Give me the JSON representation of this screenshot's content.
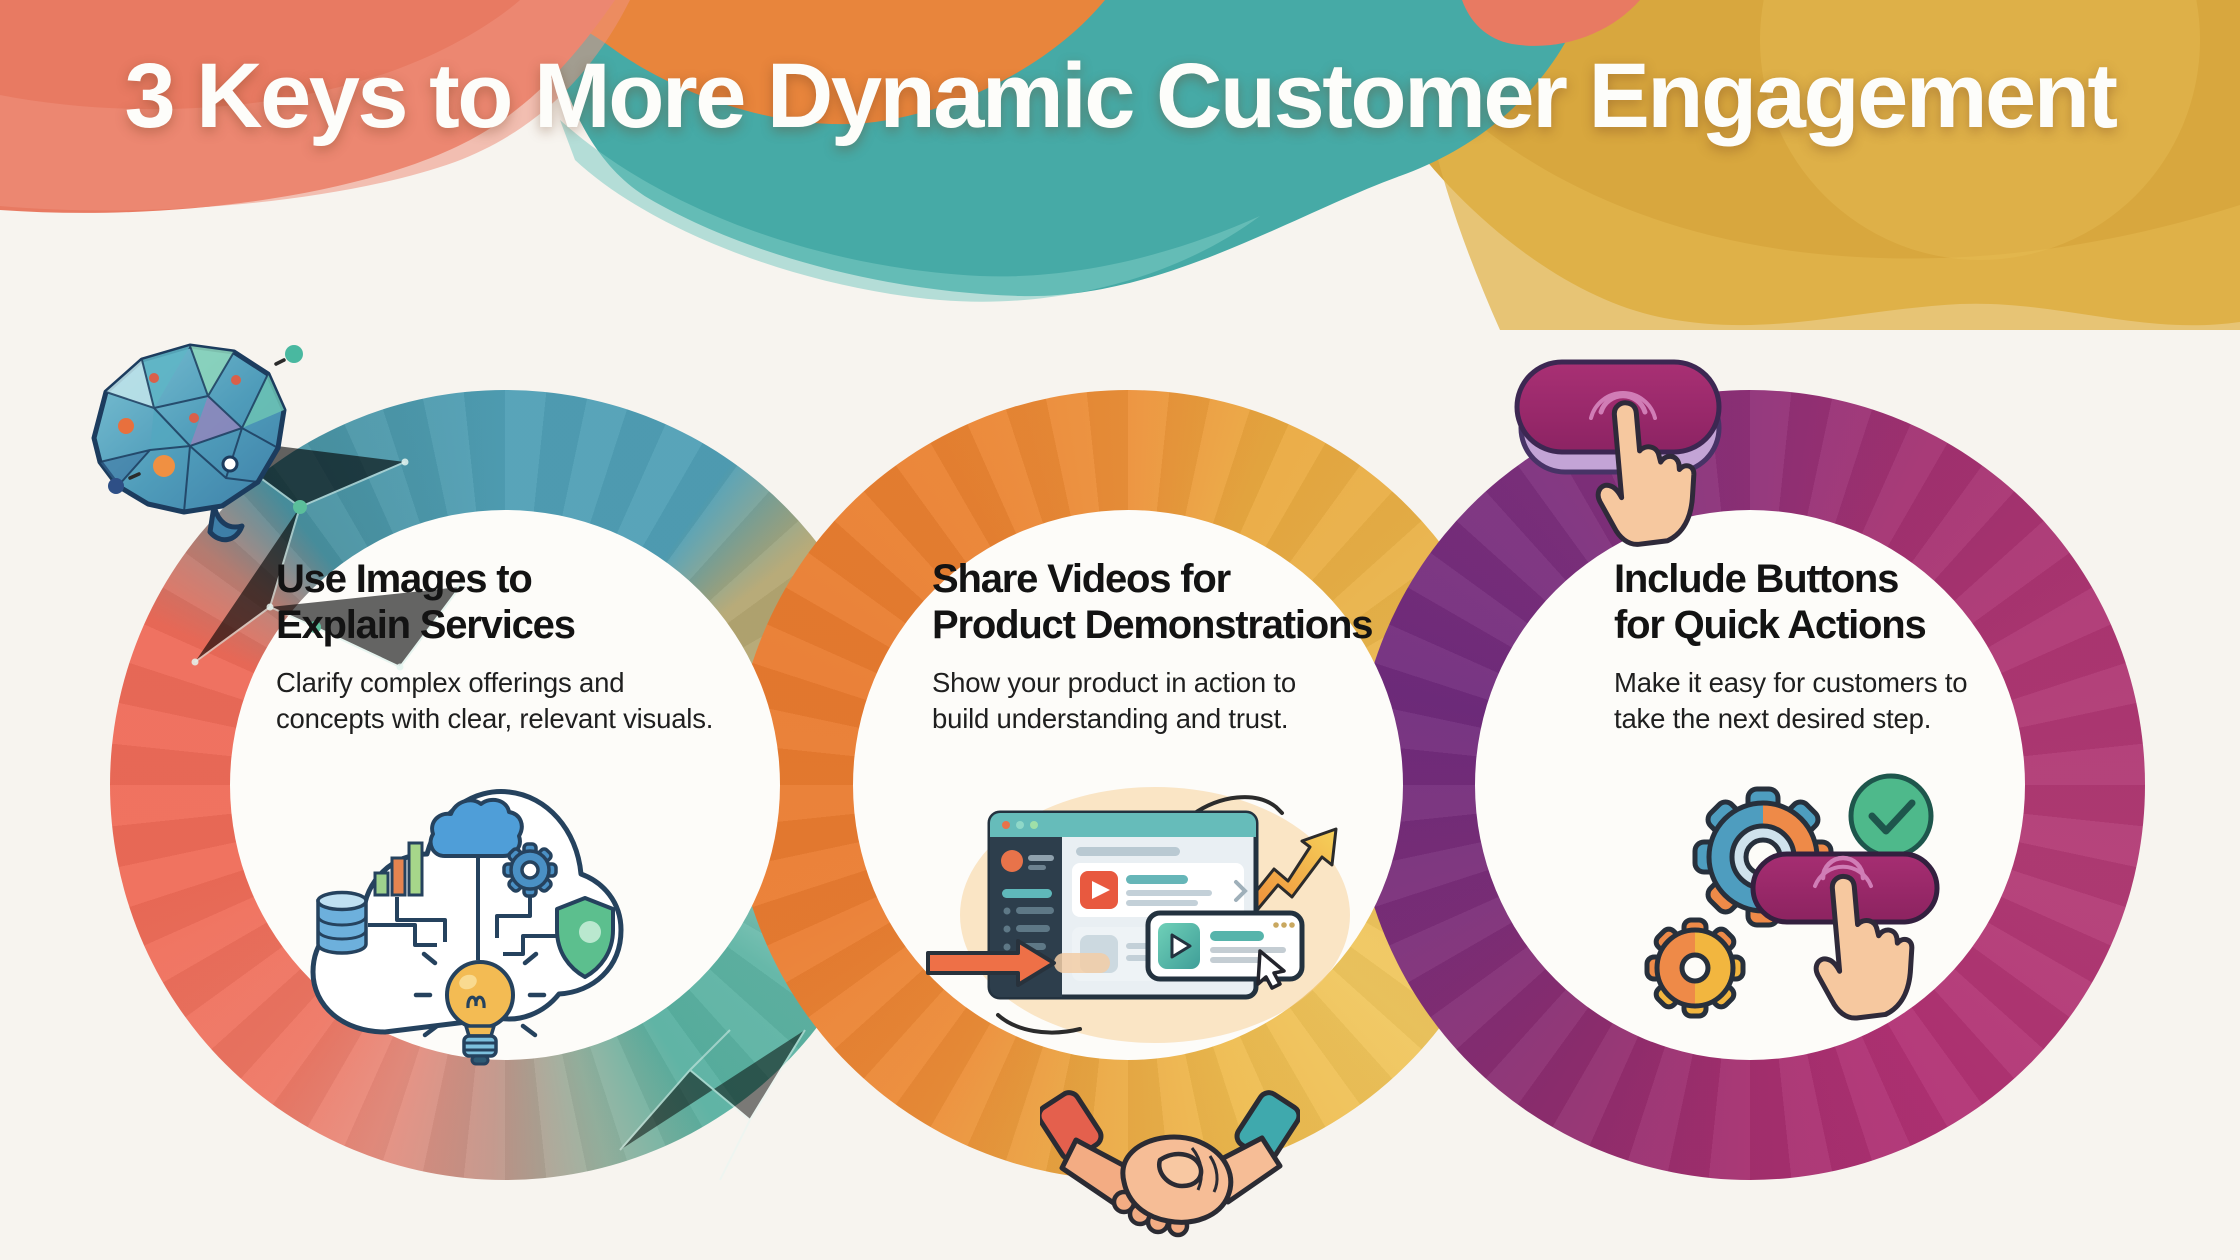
{
  "title": "3 Keys to More Dynamic Customer Engagement",
  "cards": [
    {
      "heading_line1": "Use Images to",
      "heading_line2": "Explain Services",
      "body_line1": "Clarify complex offerings and",
      "body_line2": "concepts with clear, relevant visuals.",
      "icon": "cloud-services-icon",
      "ring_colors": [
        "#4f9fb5",
        "#ef6b57",
        "#5eb4a4",
        "#e78d7e"
      ]
    },
    {
      "heading_line1": "Share Videos for",
      "heading_line2": "Product Demonstrations",
      "body_line1": "Show your product in action to",
      "body_line2": "build understanding and trust.",
      "icon": "video-demo-icon",
      "ring_colors": [
        "#ea7c30",
        "#eec157"
      ]
    },
    {
      "heading_line1": "Include Buttons",
      "heading_line2": "for Quick Actions",
      "body_line1": "Make it easy for customers to",
      "body_line2": "take the next desired step.",
      "icon": "gears-press-button-icon",
      "ring_colors": [
        "#6f2a7c",
        "#b13073"
      ]
    }
  ],
  "decorative_icons": [
    "polygon-brain-icon",
    "press-button-icon",
    "handshake-icon",
    "growth-arrow-icon",
    "lightbulb-icon",
    "shield-icon",
    "gear-icon",
    "database-icon",
    "bar-chart-icon",
    "check-circle-icon",
    "hand-cursor-icon"
  ],
  "banner_colors": {
    "coral": "#e87a62",
    "orange": "#e8853c",
    "teal": "#46aaa6",
    "gold": "#d8a73e"
  },
  "text_colors": {
    "title": "#fdfdfa",
    "heading": "#131313",
    "body": "#1f1f1f"
  }
}
